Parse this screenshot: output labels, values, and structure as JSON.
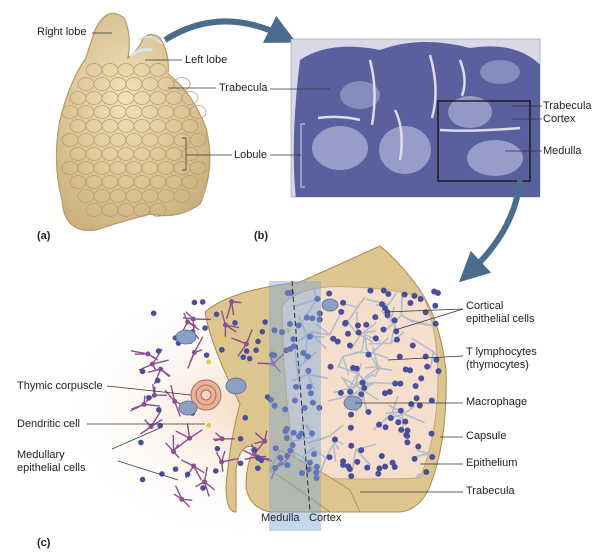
{
  "panels": [
    "(a)",
    "(b)",
    "(c)"
  ],
  "labels": {
    "right_lobe": "Right lobe",
    "left_lobe": "Left lobe",
    "trabecula_a": "Trabecula",
    "lobule": "Lobule",
    "trabecula_b": "Trabecula",
    "cortex_b": "Cortex",
    "medulla_b": "Medulla",
    "cortical_epithelial_1": "Cortical",
    "cortical_epithelial_2": "epithelial cells",
    "t_lymphocytes_1": "T lymphocytes",
    "t_lymphocytes_2": "(thymocytes)",
    "macrophage": "Macrophage",
    "capsule": "Capsule",
    "epithelium": "Epithelium",
    "trabecula_c": "Trabecula",
    "thymic_corpuscle": "Thymic corpuscle",
    "dendritic_cell": "Dendritic cell",
    "medullary_epithelial_1": "Medullary",
    "medullary_epithelial_2": "epithelial cells",
    "medulla_c": "Medulla",
    "cortex_c": "Cortex"
  },
  "colors": {
    "gland": "#e3cfa2",
    "gland_edge": "#b89a67",
    "micrograph_bg": "#d8d8e6",
    "tissue": "#5a5f9e",
    "medulla_tint": "#a9b2d6",
    "capsule": "#ddc58f",
    "cortex_bg": "#f5dfcc",
    "cortical_cell": "#aab8cc",
    "lymphocyte": "#4b4f9a",
    "medullary_cell": "#8a4f8e",
    "arrow": "#4a6d8e",
    "band": "#7ea7d8"
  }
}
